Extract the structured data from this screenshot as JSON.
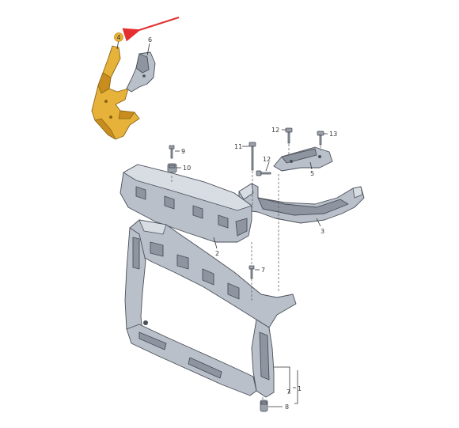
{
  "diagram": {
    "accent_color": "#e33030",
    "highlight_color": "#e6b23a",
    "highlighted_part": "4",
    "callouts": [
      {
        "id": "c4",
        "label": "4"
      },
      {
        "id": "c6",
        "label": "6"
      },
      {
        "id": "c12a",
        "label": "12"
      },
      {
        "id": "c13",
        "label": "13"
      },
      {
        "id": "c11",
        "label": "11"
      },
      {
        "id": "c9",
        "label": "9"
      },
      {
        "id": "c10",
        "label": "10"
      },
      {
        "id": "c12b",
        "label": "12"
      },
      {
        "id": "c5",
        "label": "5"
      },
      {
        "id": "c2",
        "label": "2"
      },
      {
        "id": "c3",
        "label": "3"
      },
      {
        "id": "c7a",
        "label": "7"
      },
      {
        "id": "c1",
        "label": "1"
      },
      {
        "id": "c7b",
        "label": "7"
      },
      {
        "id": "c8",
        "label": "8"
      }
    ]
  }
}
